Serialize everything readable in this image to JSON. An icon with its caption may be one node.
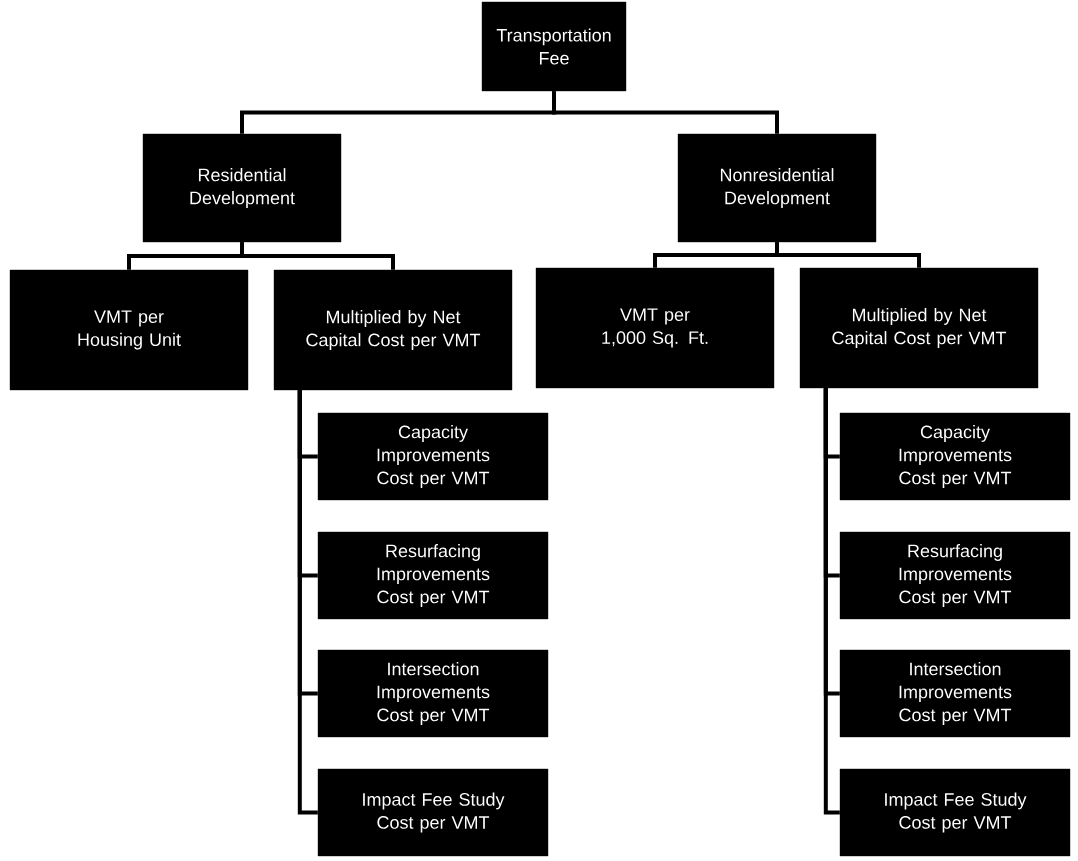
{
  "diagram": {
    "nodes": [
      {
        "text": [
          "Transportation Fee"
        ]
      },
      {
        "text": [
          "Residential Development"
        ]
      },
      {
        "text": [
          "Nonresidential Development"
        ]
      },
      {
        "text": [
          "VMT per Housing Unit"
        ]
      },
      {
        "text": [
          "Multiplied by Net Capital Cost per VMT"
        ]
      },
      {
        "text": [
          "VMT per 1,000 Sq. Ft."
        ]
      },
      {
        "text": [
          "Multiplied by Net Capital Cost per VMT"
        ]
      },
      {
        "text": [
          "Capacity Improvements Cost per VMT"
        ]
      },
      {
        "text": [
          "Resurfacing Improvements Cost per VMT"
        ]
      },
      {
        "text": [
          "Intersection Improvements Cost per VMT"
        ]
      },
      {
        "text": [
          "Impact Fee Study Cost per VMT"
        ]
      },
      {
        "text": [
          "Capacity Improvements Cost per VMT"
        ]
      },
      {
        "text": [
          "Resurfacing Improvements Cost per VMT"
        ]
      },
      {
        "text": [
          "Intersection Improvements Cost per VMT"
        ]
      },
      {
        "text": [
          "Impact Fee Study Cost per VMT"
        ]
      }
    ],
    "edges": [
      {
        "from": 0,
        "to": 1,
        "arrow": "none"
      },
      {
        "from": 0,
        "to": 2,
        "arrow": "none"
      },
      {
        "from": 1,
        "to": 3,
        "arrow": "none"
      },
      {
        "from": 1,
        "to": 4,
        "arrow": "none"
      },
      {
        "from": 2,
        "to": 5,
        "arrow": "none"
      },
      {
        "from": 2,
        "to": 6,
        "arrow": "none"
      },
      {
        "from": 4,
        "to": 7,
        "arrow": "none"
      },
      {
        "from": 4,
        "to": 8,
        "arrow": "none"
      },
      {
        "from": 4,
        "to": 9,
        "arrow": "none"
      },
      {
        "from": 4,
        "to": 10,
        "arrow": "none"
      },
      {
        "from": 6,
        "to": 11,
        "arrow": "none"
      },
      {
        "from": 6,
        "to": 12,
        "arrow": "none"
      },
      {
        "from": 6,
        "to": 13,
        "arrow": "none"
      },
      {
        "from": 6,
        "to": 14,
        "arrow": "none"
      }
    ]
  }
}
